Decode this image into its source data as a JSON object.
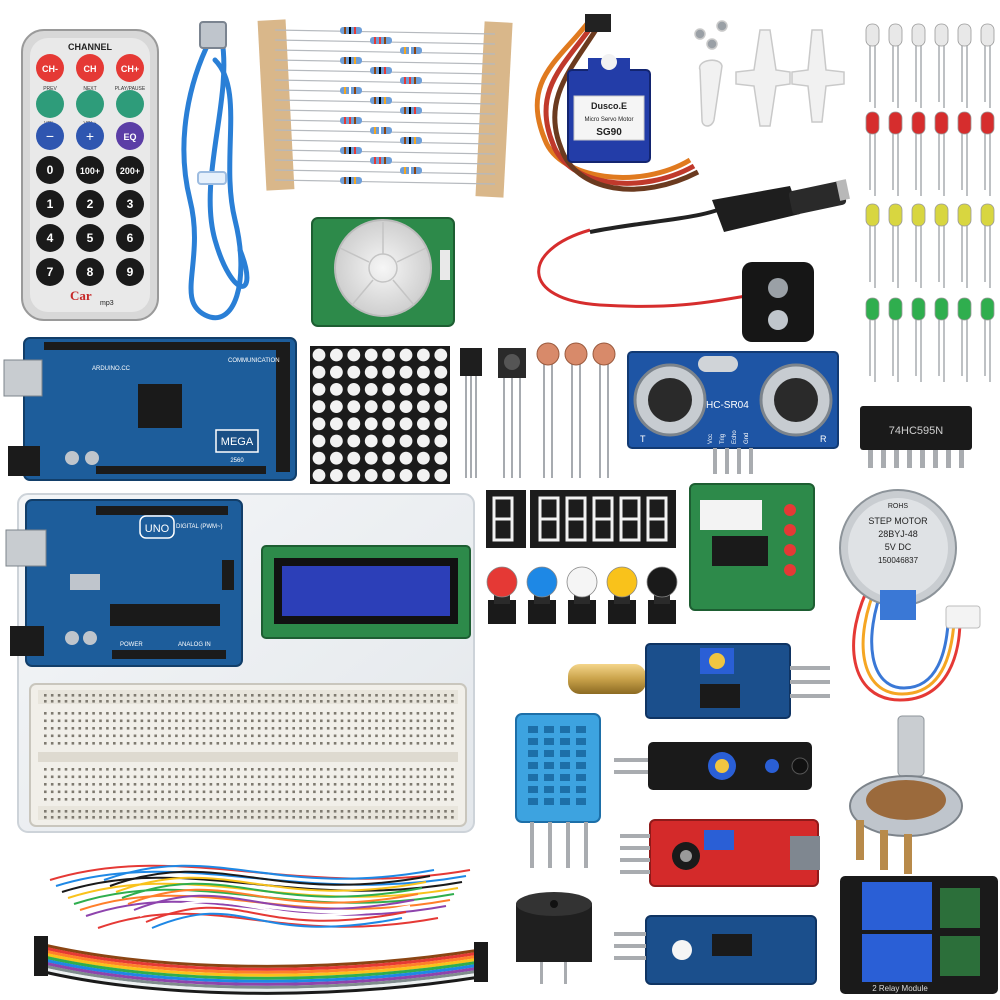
{
  "remote": {
    "header": "CHANNEL",
    "row1": [
      "CH-",
      "CH",
      "CH+"
    ],
    "row1_sub": [
      "PREV",
      "NEXT",
      "PLAY/PAUSE"
    ],
    "vol_labels": [
      "VOL-",
      "VOL+"
    ],
    "eq": "EQ",
    "keys": [
      "0",
      "100+",
      "200+",
      "1",
      "2",
      "3",
      "4",
      "5",
      "6",
      "7",
      "8",
      "9"
    ],
    "brand": "Car",
    "brand_sub": "mp3"
  },
  "servo": {
    "brand": "Dusco.E",
    "subtitle": "Micro Servo Motor",
    "model": "SG90"
  },
  "mega": {
    "label": "MEGA",
    "sub": "2560",
    "comm": "COMMUNICATION",
    "site": "ARDUINO.CC"
  },
  "uno": {
    "label": "UNO",
    "digital": "DIGITAL (PWM~)",
    "power": "POWER",
    "analog": "ANALOG IN"
  },
  "ultrasonic": {
    "model": "HC-SR04",
    "pins": [
      "Vcc",
      "Trig",
      "Echo",
      "Gnd"
    ],
    "side_t": "T",
    "side_r": "R"
  },
  "shift_register": {
    "label": "74HC595N"
  },
  "stepper": {
    "brand": "ROHS",
    "line1": "STEP MOTOR",
    "line2": "28BYJ-48",
    "line3": "5V DC",
    "line4": "150046837"
  },
  "relay": {
    "label": "2 Relay Module"
  },
  "colors": {
    "board_blue": "#1d5d9b",
    "lcd_blue": "#2c3fb8",
    "sensor_blue": "#1b4f8c",
    "sensor_red": "#d42a2a",
    "resistor_tape": "#d9b78a",
    "usb_cable": "#2a7fd6"
  }
}
